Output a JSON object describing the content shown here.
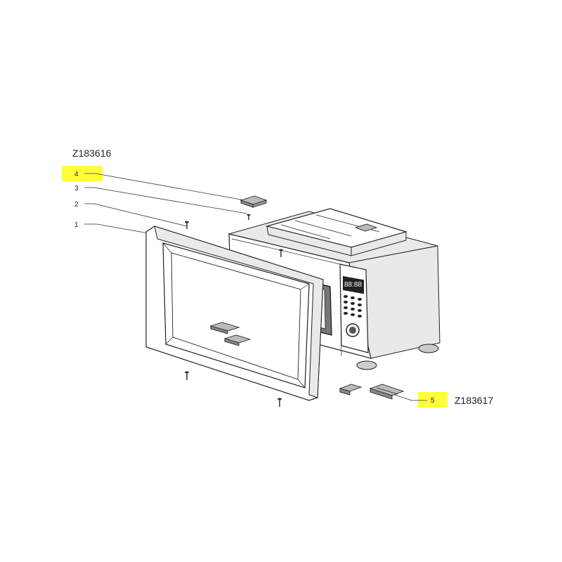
{
  "part_codes": {
    "upper": "Z183616",
    "lower": "Z183617"
  },
  "callouts": [
    {
      "number": "1",
      "highlighted": false
    },
    {
      "number": "2",
      "highlighted": false
    },
    {
      "number": "3",
      "highlighted": false
    },
    {
      "number": "4",
      "highlighted": true
    },
    {
      "number": "5",
      "highlighted": true
    }
  ],
  "display_readout": "88:88",
  "colors": {
    "highlight": "#ffff38",
    "line": "#222222"
  }
}
